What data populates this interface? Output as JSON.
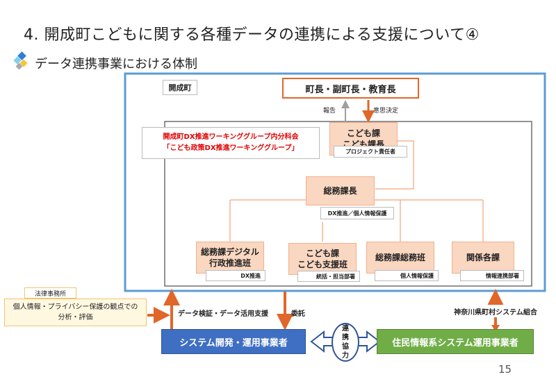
{
  "title": "4. 開成町こどもに関する各種データの連携による支援について④",
  "subtitle": "データ連携事業における体制",
  "org_label": "開成町",
  "mayor": "町長・副町長・教育長",
  "report": "報告",
  "decision": "意思決定",
  "wg": {
    "line1": "開成町DX推進ワーキンググループ内分科会",
    "line2": "「こども政策DX推進ワーキンググループ」"
  },
  "kodomo_head": {
    "line1": "こども課",
    "line2": "こども課長",
    "role": "プロジェクト責任者"
  },
  "somu_head": {
    "label": "総務課長",
    "role": "DX推進／個人情報保護"
  },
  "teams": [
    {
      "line1": "総務課デジタル",
      "line2": "行政推進班",
      "role": "DX推進"
    },
    {
      "line1": "こども課",
      "line2": "こども支援班",
      "role": "統括・担当部署"
    },
    {
      "line1": "総務課総務班",
      "line2": "",
      "role": "個人情報保護"
    },
    {
      "line1": "関係各課",
      "line2": "",
      "role": "情報連携部署"
    }
  ],
  "law": {
    "label": "法律事務所",
    "line1": "個人情報・プライバシー保護の観点での",
    "line2": "分析・評価"
  },
  "data_support": "データ検証・データ活用支援",
  "commission": "委託",
  "system_dev": "システム開発・運用事業者",
  "system_op": "住民情報系システム運用事業者",
  "kanagawa": "神奈川県町村システム組合",
  "coop": [
    "連",
    "携",
    "協",
    "力"
  ],
  "page_number": "15",
  "colors": {
    "orange": "#e0662a",
    "blue": "#5b9bd5",
    "dev_blue": "#3f6fc2",
    "green": "#70ad47",
    "box_fill": "#fad7c1"
  }
}
